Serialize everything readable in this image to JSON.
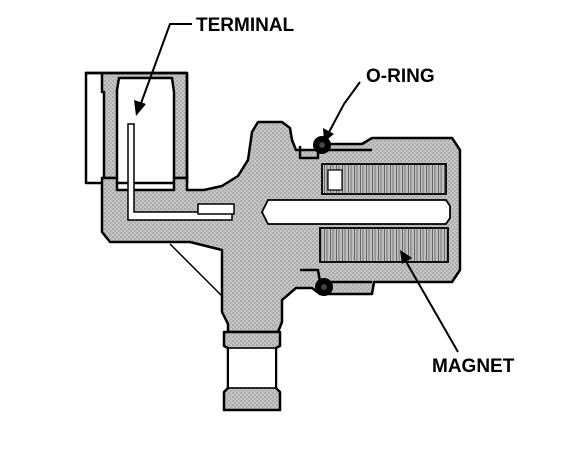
{
  "diagram": {
    "labels": {
      "terminal": "TERMINAL",
      "o_ring": "O-RING",
      "magnet": "MAGNET"
    },
    "colors": {
      "body_fill": "#b9b9b9",
      "background": "#ffffff",
      "ink": "#000000"
    },
    "icons": [
      "arrow-head-icon"
    ]
  }
}
